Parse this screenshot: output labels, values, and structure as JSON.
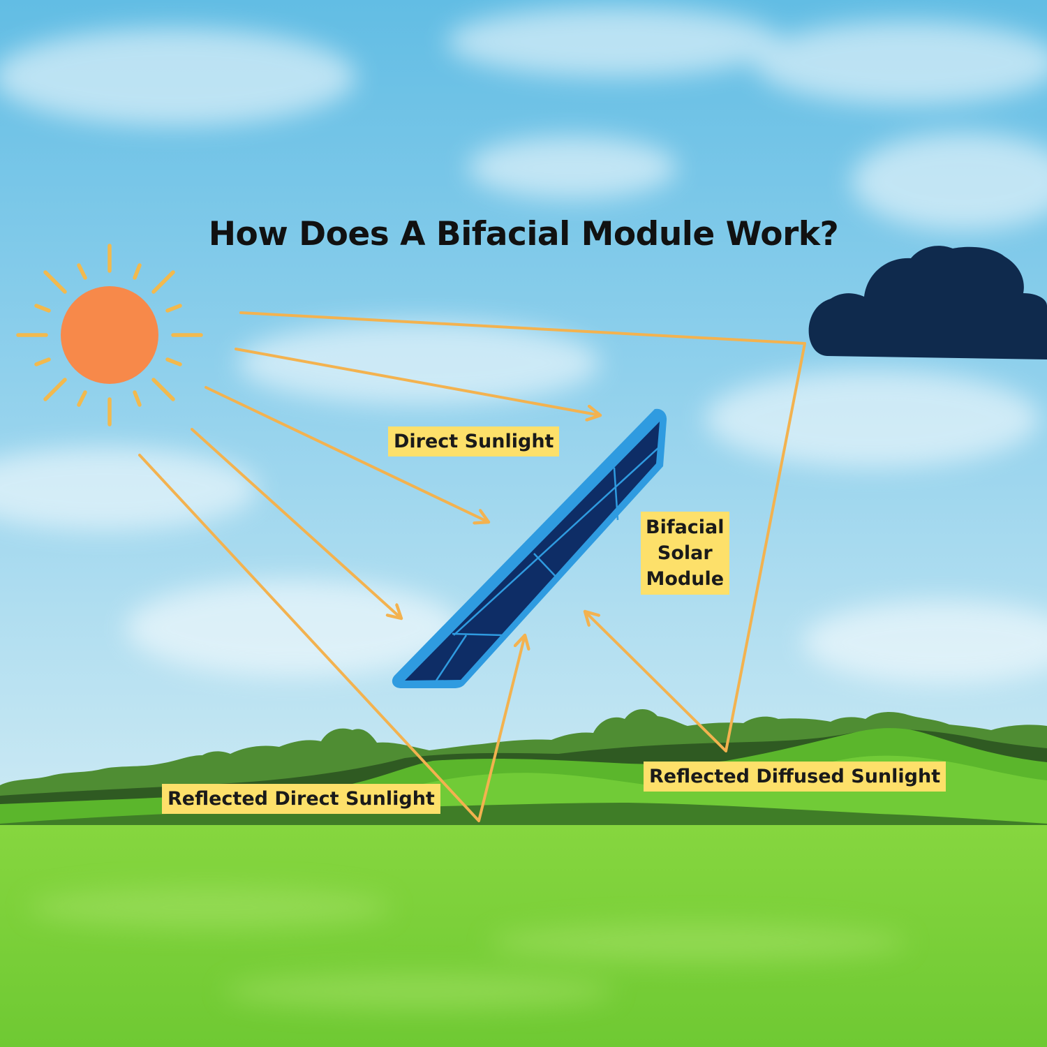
{
  "diagram": {
    "title": "How Does A Bifacial Module Work?",
    "labels": {
      "direct_sunlight": "Direct Sunlight",
      "module": [
        "Bifacial",
        "Solar",
        "Module"
      ],
      "reflected_direct": "Reflected Direct Sunlight",
      "reflected_diffused": "Reflected Diffused Sunlight"
    },
    "icons": {
      "sun": "sun-icon",
      "cloud": "cloud-icon",
      "panel": "solar-panel-icon"
    },
    "colors": {
      "sky_top": "#6fc3e6",
      "sky_bottom": "#c9e9f4",
      "sun": "#f7894a",
      "sun_rays": "#f2b94d",
      "arrows": "#f3b24f",
      "cloud": "#0f2a4d",
      "panel_frame": "#2f9be0",
      "panel_cells": "#0e2d66",
      "label_bg": "#fde06a",
      "grass": "#7cd63a",
      "hills": "#59b42c",
      "tree_line": "#4c8a2f"
    }
  }
}
